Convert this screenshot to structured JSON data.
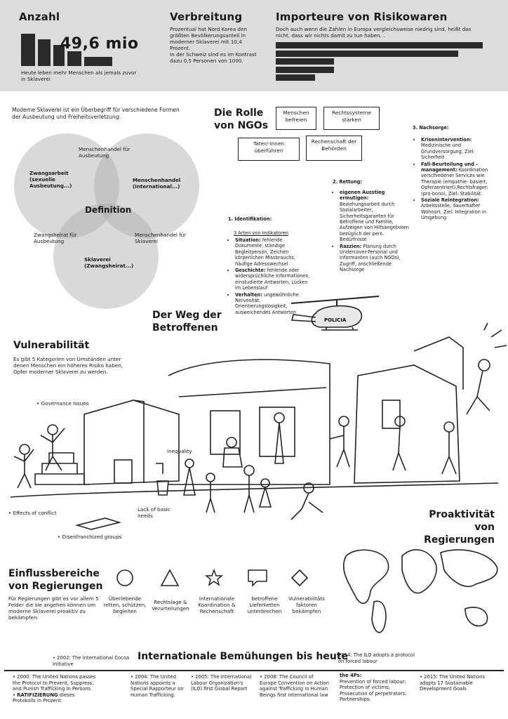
{
  "anzahl": {
    "title": "Anzahl",
    "value": "49,6 mio",
    "caption": "Heute leben mehr Menschen als jemals zuvor in Sklaverei"
  },
  "verbreitung": {
    "title": "Verbreitung",
    "text1": "Prozentual hat Nord Korea den größten Bevölkerungsanteil in moderner Sklaverei mit 10,4 Prozent.",
    "text2": "In der Schweiz sind es im Kontrast dazu 0,5 Personen von 1000."
  },
  "importeure": {
    "title": "Importeure von Risikowaren",
    "text": "Doch auch wenn die Zahlen in Europa vergleichsweise niedrig sind, heißt das nicht, dass wir nichts damit zu tun haben. ."
  },
  "definition": {
    "intro": "Moderne Sklaverei ist ein Überbegriff für verschiedene Formen der Ausbeutung und Freiheitsverletzung:",
    "center": "Definition",
    "zwangsarbeit": "Zwangsarbeit (sexuelle Ausbeutung...)",
    "menschenhandel_int": "Menschenhandel (international...)",
    "sklaverei": "Sklaverei (Zwangsheirat...)",
    "mh_ausbeutung": "Menschenhandel für Ausbeutung",
    "zh_ausbeutung": "Zwangsheirat für Ausbeutung",
    "mh_sklaverei": "Menschenhandel für Sklaverei"
  },
  "ngos": {
    "title": "Die Rolle von NGOs",
    "box1": "Menschen befreien",
    "box2": "Rechtssysteme stärken",
    "box3": "Tater/-innen überführen",
    "box4": "Rechenschaft der Behörden"
  },
  "nachsorge": {
    "title": "3. Nachsorge:",
    "k_bold": "Kriseninterventi​on:",
    "k_text": "Medizinische und Grundversorgung, Ziel: Sicherheit",
    "f_bold": "Fall-Beurteilung und -management:",
    "f_text": "Koordination verschiedener Services wie Therapie (empathie- basiert, Opferzentriert),Rechtsfragen (pro-bono), Ziel: Stabilität",
    "s_bold": "Soziale Reintegration:",
    "s_text": "Arbeitsstelle, dauerhafter Wohnort, Ziel: Integration in Umgebung"
  },
  "rettung": {
    "title": "2. Rettung:",
    "a_bold": "eigenen Ausstieg ermutigen:",
    "a_text": "Beziehungsarbeit durch Sozialarbeiter, Sicherheitsgaranten für Betroffene und Familie, Aufzeigen von Hilfsangeboten bezüglich der pers. Bedürfnisse",
    "r_bold": "Razzien:",
    "r_text": "Planung durch Undercover-Personal und Informanten (auch NGOs), Zugriff, anschließende Nachsorge"
  },
  "identifikation": {
    "title": "1. Identifikation:",
    "sub": "3 Arten von Indikatoren",
    "s_bold": "Situation:",
    "s_text": "fehlende Dokumente, ständige Begleitperson, Zeichen körperlichen Missbrauchs, häufige Adresswechsel",
    "g_bold": "Geschichte:",
    "g_text": "fehlende oder widersprüchliche Informationen, einstudierte Antworten, Lücken im Lebenslauf",
    "v_bold": "Verhalten:",
    "v_text": "ungewöhnliche Nervosität, Orientierungslosigkeit, ausweichendes Antworten"
  },
  "weg": {
    "title": "Der Weg der Betroffenen",
    "heli_label": "POLICIA"
  },
  "vulnerabilitaet": {
    "title": "Vulnerabilität",
    "text": "Es gibt 5 Kategorien von Umständen unter denen Menschen ein höheres Risiko haben, Opfer moderner Sklaverei zu werden.",
    "governance": "Governance Issues",
    "inequality": "Inequality",
    "conflict": "Effects of conflict",
    "needs": "Lack of basic needs",
    "disenfranchized": "Disenfranchized groups"
  },
  "proaktivitaet": {
    "title": "Proaktivität von Regierungen"
  },
  "einfluss": {
    "title": "Einflussbereiche von Regierungen",
    "text": "Für Regierungen gibt es vor allem 5 Felder die sie angehen können um moderne Sklaverei proaktiv zu bekämpfen:",
    "f1": "Überlebende retten, schützen, begleiten",
    "f2": "Rechtslage & Verurteilungen",
    "f3": "Internationale Koordination & Rechenschaft",
    "f4": "betroffene Lieferketten unterbrechen",
    "f5": "Vulnerabilitäts faktoren bekämpfen"
  },
  "bemuehungen": {
    "title": "Internationale Bemühungen bis heute",
    "t2002": "2002: The International Cocoa Initiative",
    "t2014": "2014: The ILO adopts a protocol on forced labour",
    "t2000": "2000: The United Nations passes the Protocol to Prevent, Suppress, and Punish Trafficking in Persons",
    "t2000_b": "RATIFIZIERUNG",
    "t2000_c": "dieses Protokolls in Prozent:",
    "t2004": "2004: The United Nations appoints a Special Rapporteur on Human Trafficking.",
    "t2005": "2005: The International Labour Organization's (ILO) first Global Report",
    "t2008": "2008: The Council of Europe Convention on Action against Trafficking in Human Beings first international law",
    "t4ps_title": "the 4Ps:",
    "t4ps": "Prevention of forced labour; Protection of victims; Prosecution of perpetrators; Partnerships.",
    "t2015": "2015: The United Nations adopts 17 Sustainable Development Goals"
  },
  "chart_data": {
    "type": "bar",
    "title": "Importeure von Risikowaren",
    "categories": [
      "",
      "",
      "",
      "",
      ""
    ],
    "values": [
      100,
      88,
      28,
      28,
      19
    ],
    "xlabel": "",
    "ylabel": ""
  }
}
